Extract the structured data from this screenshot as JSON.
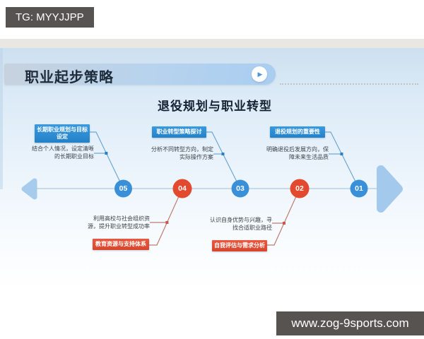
{
  "overlays": {
    "telegram_badge": "TG: MYYJJPP",
    "website_badge": "www.zog-9sports.com"
  },
  "slide": {
    "header": {
      "title": "职业起步策略",
      "play_icon": "▶"
    },
    "subtitle": "退役规划与职业转型",
    "timeline": {
      "steps": [
        {
          "number": "01",
          "type": "blue",
          "label_position": "top",
          "label": "退役规划的重要性",
          "description": "明确退役后发展方向，保障未来生活品质"
        },
        {
          "number": "02",
          "type": "red",
          "label_position": "bottom",
          "label": "自我评估与需求分析",
          "description": "认识自身优势与兴趣，寻找合适职业路径"
        },
        {
          "number": "03",
          "type": "blue",
          "label_position": "top",
          "label": "职业转型策略探讨",
          "description": "分析不同转型方向，制定实际操作方案"
        },
        {
          "number": "04",
          "type": "red",
          "label_position": "bottom",
          "label": "教育资源与支持体系",
          "description": "利用高校与社会组织资源，提升职业转型成功率"
        },
        {
          "number": "05",
          "type": "blue",
          "label_position": "top",
          "label": "长期职业规划与目标设定",
          "description": "结合个人情况，设定清晰的长期职业目标"
        }
      ]
    },
    "colors": {
      "step_blue": "#3990d8",
      "step_red": "#e3492f",
      "connector_blue": "#6fa8d2",
      "connector_red": "#bf7b72",
      "timeline_line": "#bad0e2",
      "arrow_blue": "#a6cbec",
      "badge_bg": "#565351"
    }
  }
}
